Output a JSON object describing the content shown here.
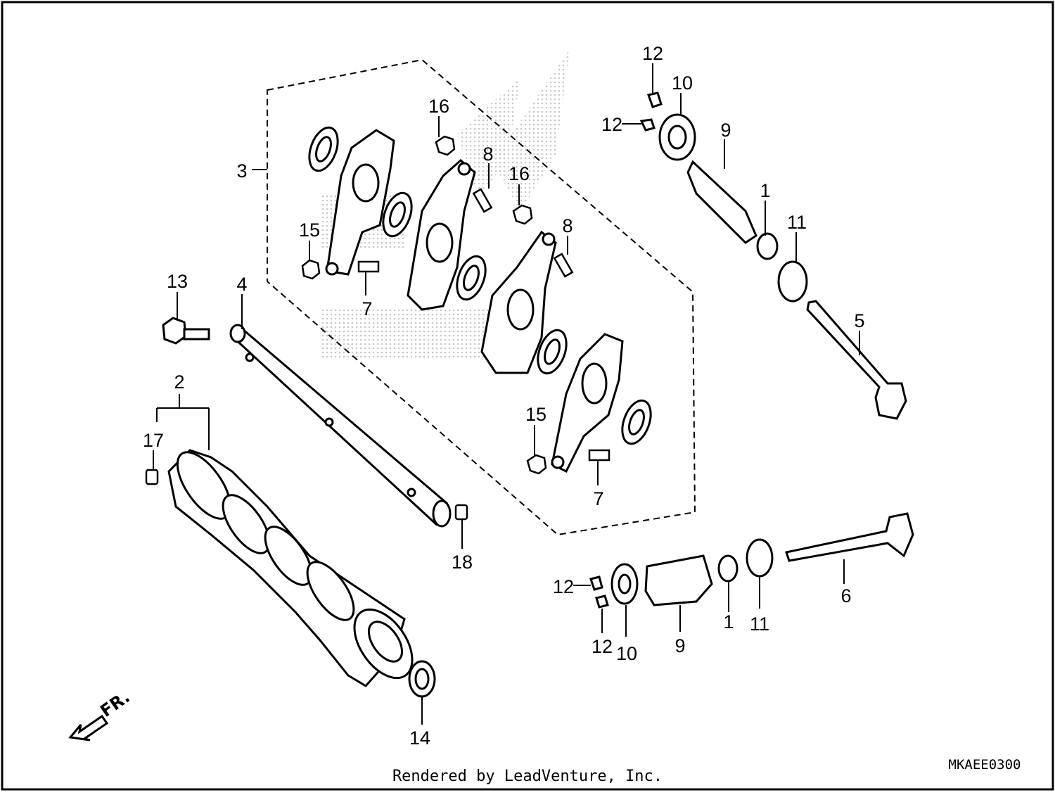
{
  "diagram": {
    "callouts": {
      "n1a": "1",
      "n1b": "1",
      "n2": "2",
      "n3": "3",
      "n4": "4",
      "n5": "5",
      "n6": "6",
      "n7a": "7",
      "n7b": "7",
      "n8a": "8",
      "n8b": "8",
      "n9a": "9",
      "n9b": "9",
      "n10a": "10",
      "n10b": "10",
      "n11a": "11",
      "n11b": "11",
      "n12a": "12",
      "n12b": "12",
      "n12c": "12",
      "n12d": "12",
      "n13": "13",
      "n14": "14",
      "n15a": "15",
      "n15b": "15",
      "n16a": "16",
      "n16b": "16",
      "n17": "17",
      "n18": "18"
    },
    "direction_label": "FR.",
    "diagram_code": "MKAEE0300"
  },
  "footer": {
    "credit": "Rendered by LeadVenture, Inc."
  },
  "colors": {
    "line": "#000000",
    "watermark": "#bdbdbd",
    "background": "#ffffff"
  }
}
